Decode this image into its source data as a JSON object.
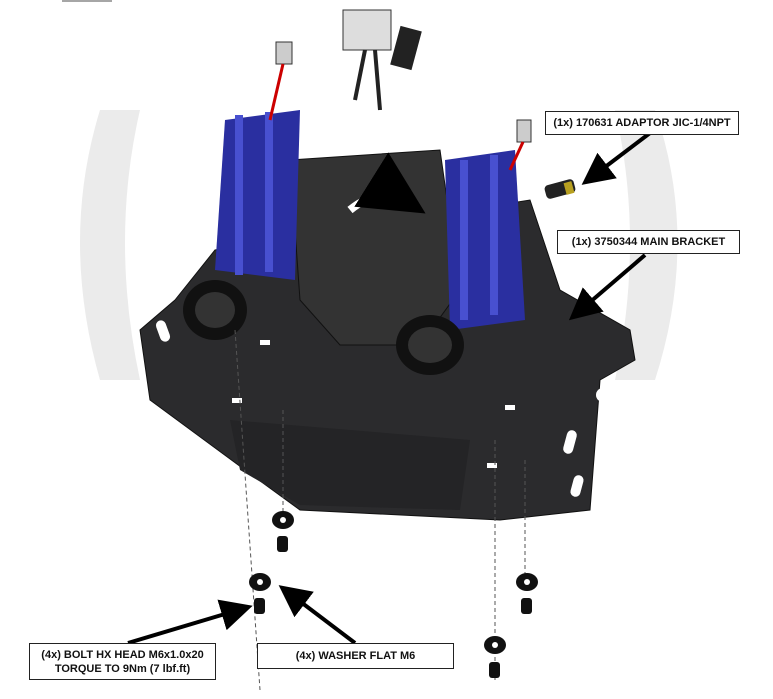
{
  "callouts": {
    "adaptor": "(1x) 170631 ADAPTOR JIC-1/4NPT",
    "bracket": "(1x) 3750344 MAIN BRACKET",
    "bolt_line1": "(4x) BOLT HX HEAD M6x1.0x20",
    "bolt_line2": "TORQUE TO 9Nm (7 lbf.ft)",
    "washer": "(4x) WASHER FLAT M6"
  },
  "colors": {
    "bracket": "#2b2b2d",
    "compressor_blue": "#2a2fa0",
    "watermark": "#e6e6e6"
  }
}
